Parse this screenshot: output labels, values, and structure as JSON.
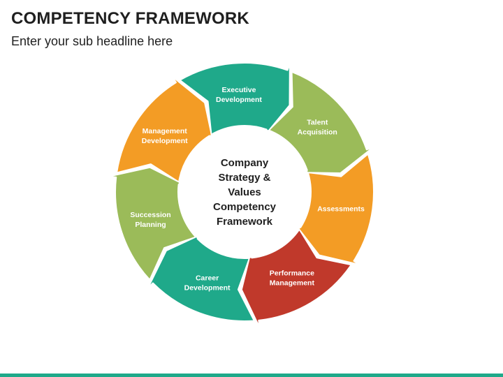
{
  "header": {
    "title": "COMPETENCY FRAMEWORK",
    "subtitle": "Enter your sub headline here"
  },
  "center": {
    "lines": [
      "Company",
      "Strategy &",
      "Values",
      "Competency",
      "Framework"
    ]
  },
  "segments": [
    {
      "lines": [
        "Executive",
        "Development"
      ],
      "color": "#1fa98a"
    },
    {
      "lines": [
        "Talent",
        "Acquisition"
      ],
      "color": "#9bbb59"
    },
    {
      "lines": [
        "Assessments"
      ],
      "color": "#f39c25"
    },
    {
      "lines": [
        "Performance",
        "Management"
      ],
      "color": "#c0392b"
    },
    {
      "lines": [
        "Career",
        "Development"
      ],
      "color": "#1fa98a"
    },
    {
      "lines": [
        "Succession",
        "Planning"
      ],
      "color": "#9bbb59"
    },
    {
      "lines": [
        "Management",
        "Development"
      ],
      "color": "#f39c25"
    }
  ],
  "colors": {
    "accent_bar": "#1fa98a",
    "text_dark": "#1f1f1f"
  }
}
